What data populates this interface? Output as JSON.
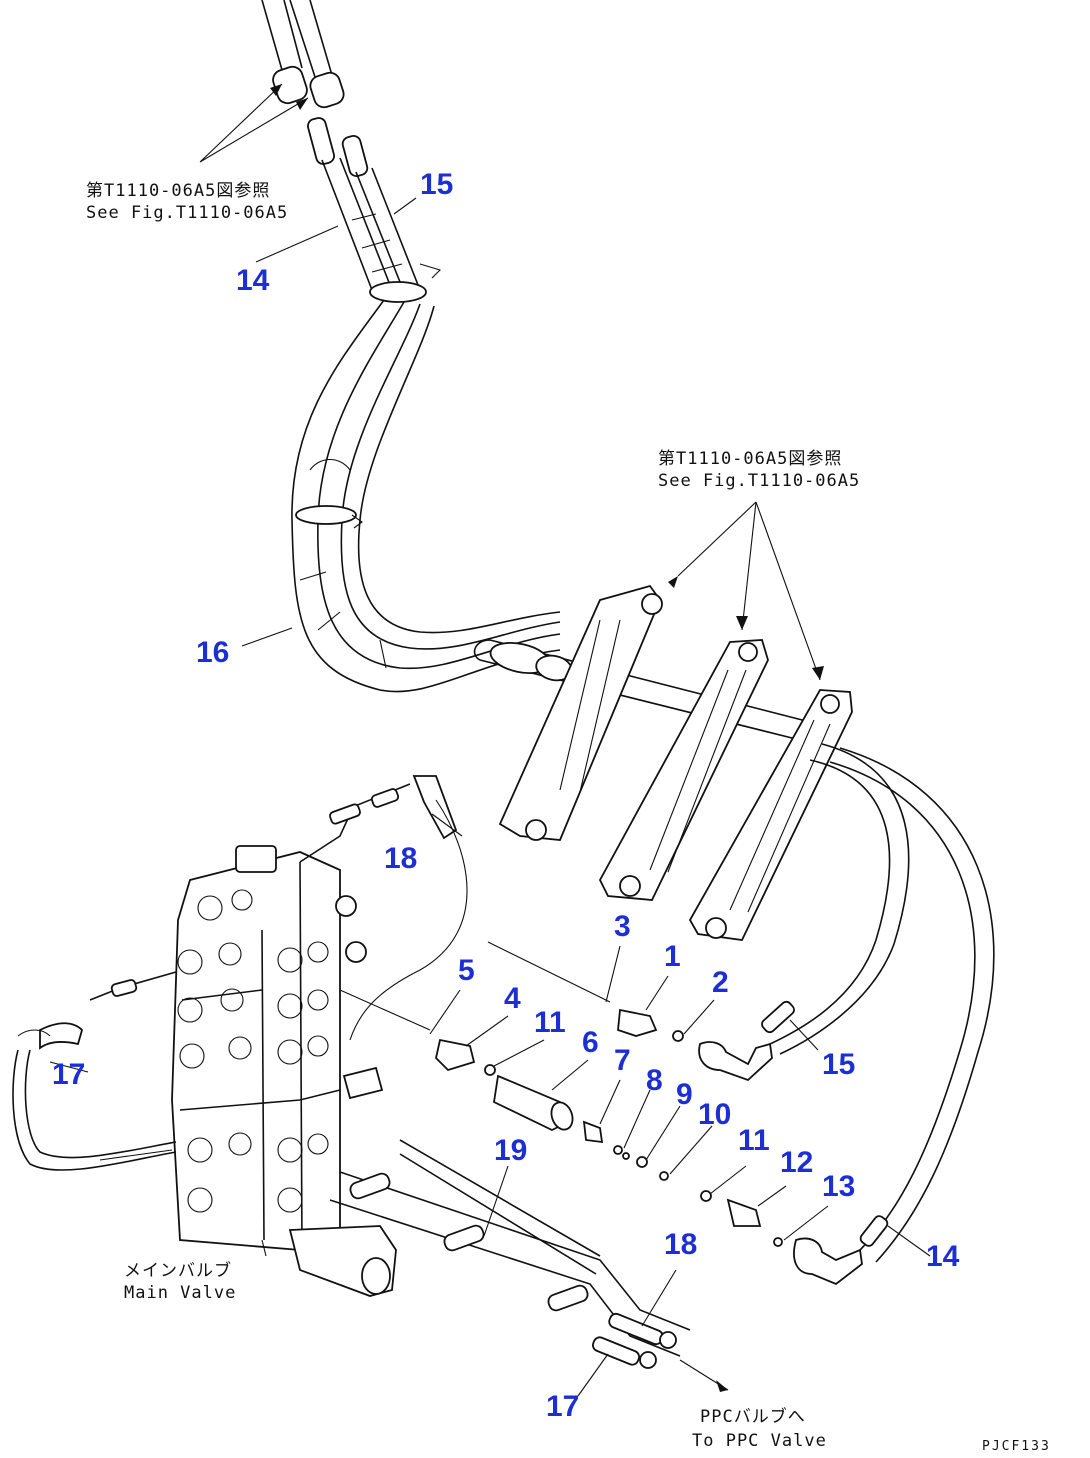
{
  "colors": {
    "callout": "#1c2fd6",
    "linework": "#111111",
    "background": "#ffffff"
  },
  "notes": {
    "ref_top_jp": "第T1110-06A5図参照",
    "ref_top_en": "See Fig.T1110-06A5",
    "ref_right_jp": "第T1110-06A5図参照",
    "ref_right_en": "See Fig.T1110-06A5",
    "main_valve_jp": "メインバルブ",
    "main_valve_en": "Main Valve",
    "ppc_valve_jp": "PPCバルブへ",
    "ppc_valve_en": "To PPC Valve"
  },
  "drawing_code": "PJCF133",
  "callouts": {
    "c15a": "15",
    "c14a": "14",
    "c16": "16",
    "c18a": "18",
    "c17a": "17",
    "c3": "3",
    "c1": "1",
    "c2": "2",
    "c5": "5",
    "c4": "4",
    "c11a": "11",
    "c6": "6",
    "c7": "7",
    "c8": "8",
    "c9": "9",
    "c10": "10",
    "c11b": "11",
    "c12": "12",
    "c13": "13",
    "c15b": "15",
    "c14b": "14",
    "c19": "19",
    "c18b": "18",
    "c17b": "17"
  }
}
